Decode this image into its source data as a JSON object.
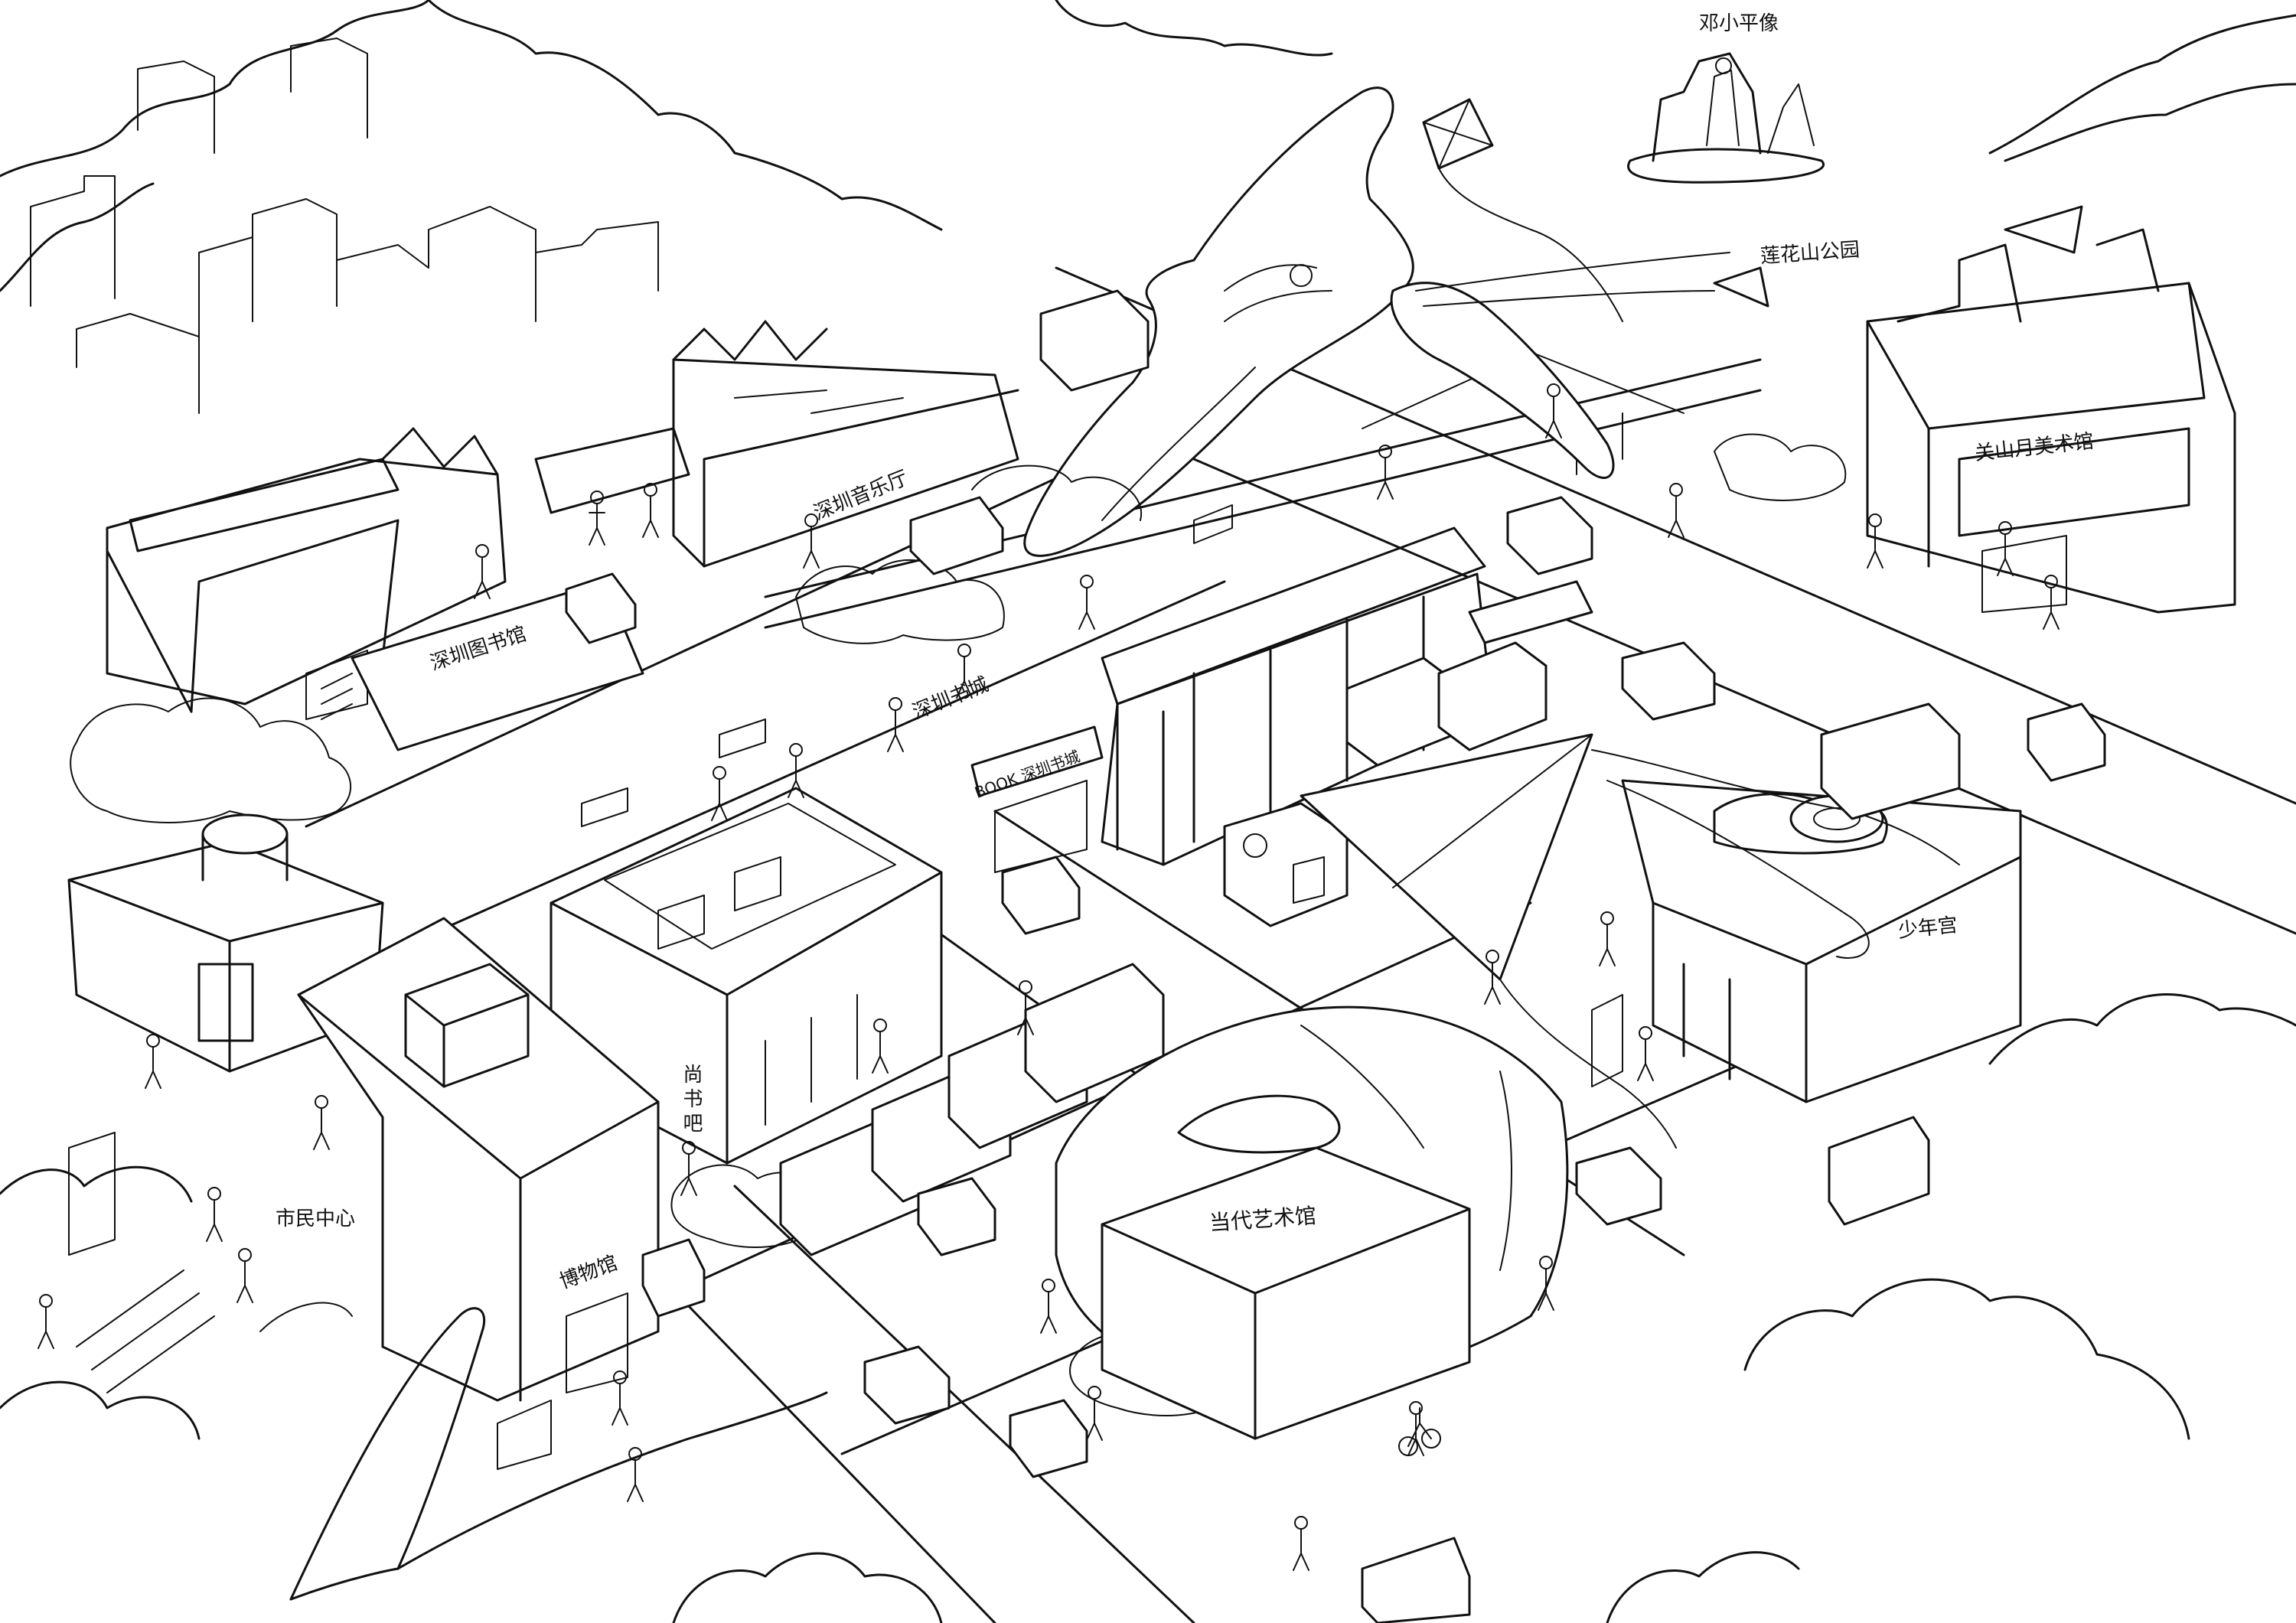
{
  "map": {
    "style": "black-and-white hand-drawn isometric illustration",
    "colors": {
      "ink": "#111111",
      "paper": "#ffffff"
    }
  },
  "labels": {
    "deng_statue": "邓小平像",
    "lianhuashan_park": "莲花山公园",
    "guanshanyue_museum": "关山月美术馆",
    "music_hall": "深圳音乐厅",
    "library": "深圳图书馆",
    "book_city": "深圳书城",
    "book_sign": "BOOK 深圳书城",
    "youth_palace": "少年宫",
    "shang_book_bar": "尚书吧",
    "citizen_center": "市民中心",
    "museum": "博物馆",
    "contemporary_art_museum": "当代艺术馆"
  }
}
